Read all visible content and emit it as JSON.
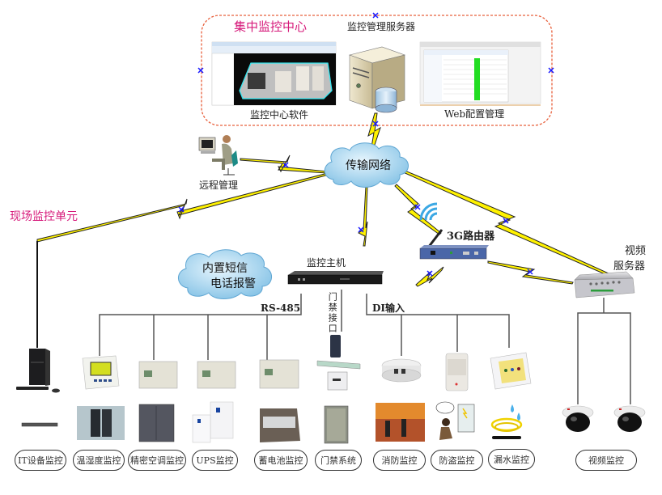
{
  "center": {
    "title": "集中监控中心",
    "server_label": "监控管理服务器",
    "software_label": "监控中心软件",
    "web_label": "Web配置管理"
  },
  "network": {
    "cloud_label": "传输网络",
    "remote_label": "远程管理",
    "site_unit_label": "现场监控单元",
    "router_label": "3G路由器",
    "video_server_label_line1": "视频",
    "video_server_label_line2": "服务器"
  },
  "host": {
    "label": "监控主机",
    "sms_line1": "内置短信",
    "sms_line2": "电话报警",
    "rs485_label": "RS-485",
    "di_label": "DI输入",
    "door_interface_label": "门禁接口"
  },
  "subsystems": [
    {
      "id": "it",
      "label": "IT设备监控"
    },
    {
      "id": "temp",
      "label": "温湿度监控"
    },
    {
      "id": "ac",
      "label": "精密空调监控"
    },
    {
      "id": "ups",
      "label": "UPS监控"
    },
    {
      "id": "battery",
      "label": "蓄电池监控"
    },
    {
      "id": "door",
      "label": "门禁系统"
    },
    {
      "id": "fire",
      "label": "消防监控"
    },
    {
      "id": "theft",
      "label": "防盗监控"
    },
    {
      "id": "water",
      "label": "漏水监控"
    },
    {
      "id": "video",
      "label": "视频监控"
    }
  ],
  "colors": {
    "accent_pink": "#d6197a",
    "link_yellow": "#fff200",
    "cloud_blue": "#a9d8f2",
    "dashed_border": "#e8603c",
    "marker_blue": "#1a1aff"
  }
}
